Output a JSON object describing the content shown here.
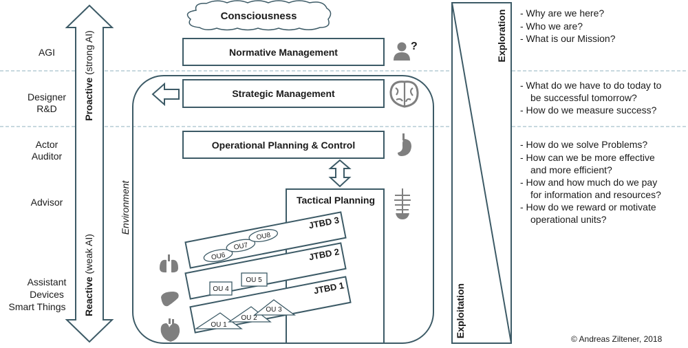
{
  "left_labels": {
    "agi": "AGI",
    "designer": "Designer",
    "rd": "R&D",
    "actor": "Actor",
    "auditor": "Auditor",
    "advisor": "Advisor",
    "assistant": "Assistant",
    "devices": "Devices",
    "smart_things": "Smart Things"
  },
  "arrow": {
    "proactive": "Proactive",
    "proactive_note": "(strong AI)",
    "reactive": "Reactive",
    "reactive_note": "(weak AI)"
  },
  "levels": {
    "consciousness": "Consciousness",
    "normative": "Normative Management",
    "strategic": "Strategic Management",
    "operational": "Operational Planning & Control",
    "tactical": "Tactical Planning",
    "environment": "Environment"
  },
  "jtbd": [
    "JTBD 3",
    "JTBD 2",
    "JTBD 1"
  ],
  "ou": {
    "ou1": "OU 1",
    "ou2": "OU 2",
    "ou3": "OU 3",
    "ou4": "OU 4",
    "ou5": "OU 5",
    "ou6": "OU6",
    "ou7": "OU7",
    "ou8": "OU8"
  },
  "exploration": "Exploration",
  "exploitation": "Exploitation",
  "questions": {
    "group1": [
      "- Why are we here?",
      "- Who we are?",
      "- What is our Mission?"
    ],
    "group2": [
      "- What do we have to do today to",
      "be successful tomorrow?",
      "- How do we measure success?"
    ],
    "group3": [
      "- How do we solve Problems?",
      "- How can we be more effective",
      "and more efficient?",
      "- How and how much do we pay",
      "for information and resources?",
      "- How do we reward or motivate",
      "operational units?"
    ]
  },
  "copyright": "© Andreas Ziltener,  2018",
  "icons": [
    "person-question-icon",
    "brain-icon",
    "stomach-icon",
    "spine-icon",
    "lungs-icon",
    "liver-icon",
    "heart-icon"
  ],
  "colors": {
    "line": "#3c5a66",
    "dashed": "#8fb0bf",
    "icon": "#7f7f7f"
  }
}
